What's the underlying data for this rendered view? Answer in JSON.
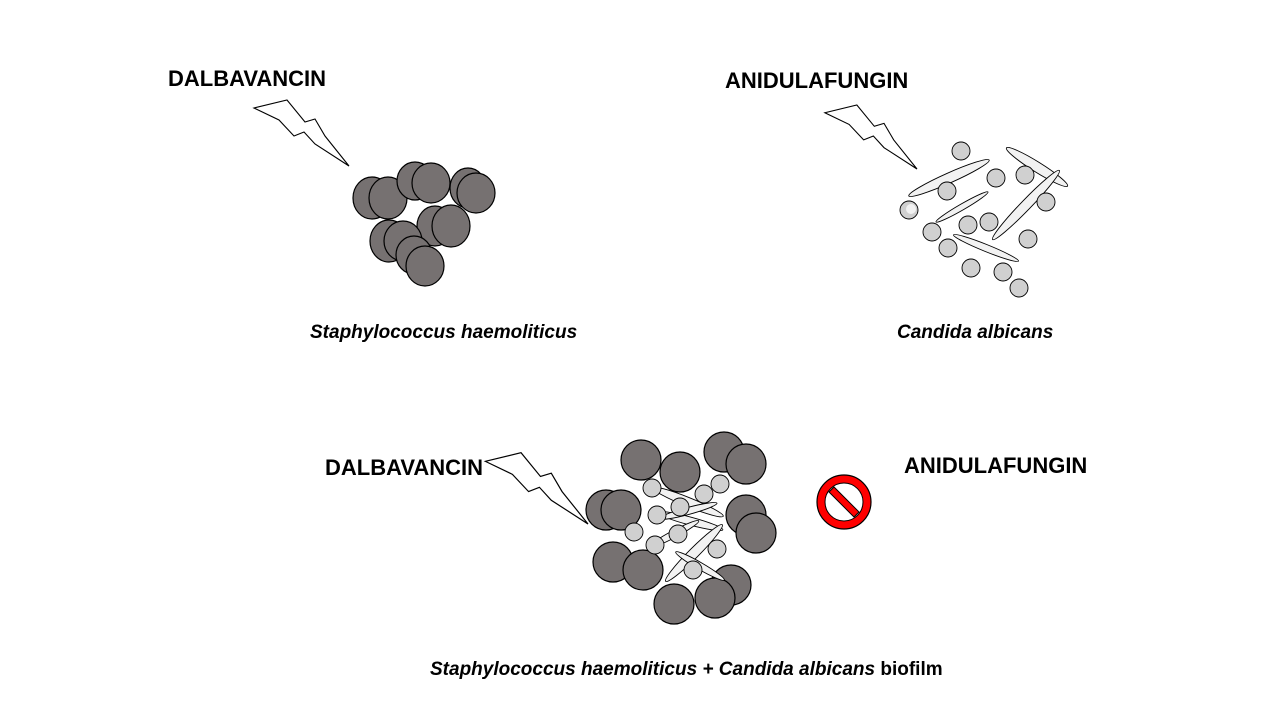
{
  "panels": [
    {
      "drug_label": "DALBAVANCIN",
      "organism_caption": "Staphylococcus haemoliticus",
      "lightning_icon": "lightning-bolt-icon"
    },
    {
      "drug_label": "ANIDULAFUNGIN",
      "organism_caption": "Candida albicans",
      "lightning_icon": "lightning-bolt-icon"
    }
  ],
  "biofilm": {
    "left_drug_label": "DALBAVANCIN",
    "right_drug_label": "ANIDULAFUNGIN",
    "caption_part1": "Staphylococcus haemoliticus",
    "caption_plus": " + ",
    "caption_part2": "Candida albicans",
    "caption_suffix": " biofilm",
    "blocked_icon": "prohibition-sign-icon"
  },
  "colors": {
    "staph_fill": "#767171",
    "candida_fill": "#d0d0d0",
    "hyphae_fill": "#f2f2f2",
    "outline": "#000000",
    "prohibition_red": "#ff0000"
  }
}
